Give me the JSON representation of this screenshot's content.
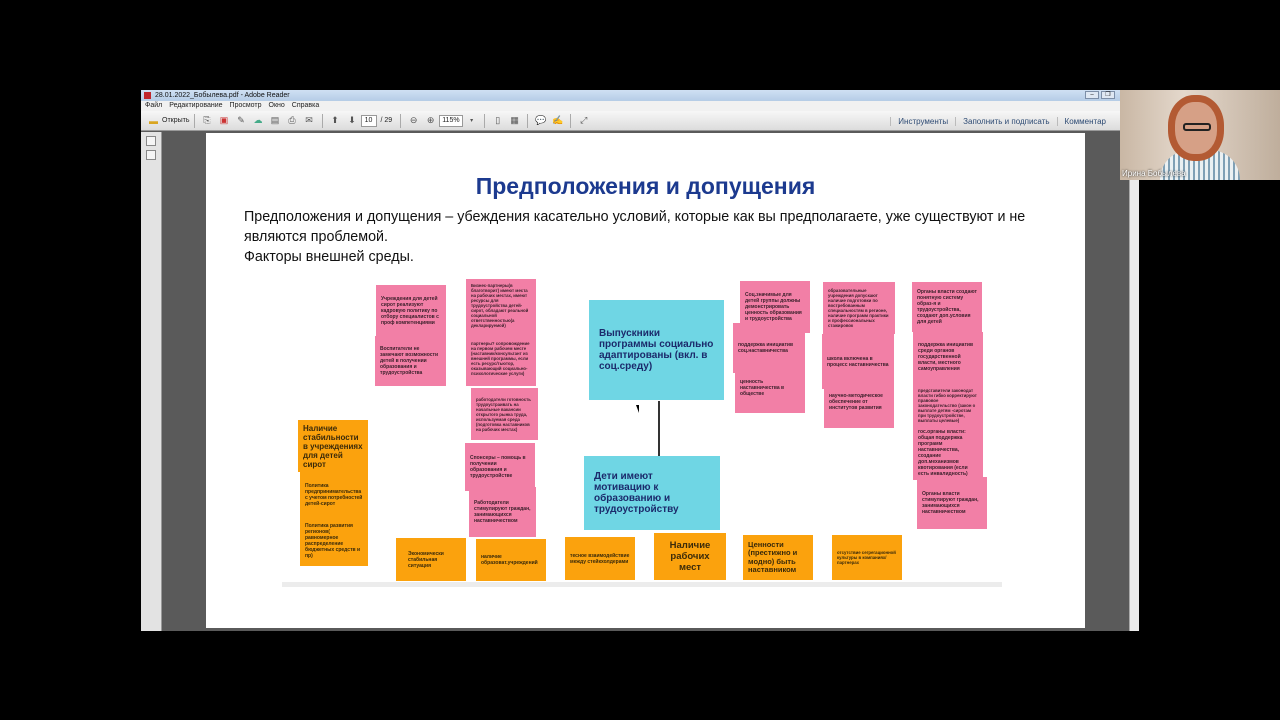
{
  "window": {
    "title": "28.01.2022_Бобылева.pdf - Adobe Reader",
    "controls": [
      "–",
      "❐"
    ]
  },
  "menu": [
    "Файл",
    "Редактирование",
    "Просмотр",
    "Окно",
    "Справка"
  ],
  "toolbar": {
    "open": "Открыть",
    "page_current": "10",
    "page_total": "/ 29",
    "zoom": "115%",
    "tools": "Инструменты",
    "fill_sign": "Заполнить и подписать",
    "comment": "Комментар"
  },
  "slide": {
    "title": "Предположения и допущения",
    "paragraph1": "Предположения и допущения – убеждения касательно условий, которые как вы предполагаете, уже существуют и не являются проблемой.",
    "paragraph2": "Факторы внешней среды.",
    "blue": [
      "Выпускники программы социально адаптированы (вкл. в соц.среду)",
      "Дети имеют мотивацию к образованию и трудоустройству"
    ],
    "pink": [
      "Учреждения для детей сирот реализуют кадровую политику по отбору специалистов с проф компетенциями",
      "Воспитатели не замечают возможности детей в получении образования и трудоустройства",
      "Бизнес-партнеры(в благотворит) имеют места на рабочих местах, имеют ресурсы для трудоустройства детей-сирот, обладают реальной социальной ответственностью(а декларируемой)",
      "партнеры? сопровождение на первом рабочем месте (наставник/консультант из внешней программы, если есть ресурс/тьютор, оказывающий социально-психологические услуги)",
      "работодатели готовность трудоустраивать на начальные вакансии открытого рынка труда, используемая среда (подготовка наставников на рабочих местах)",
      "Спонсеры – помощь в получении образования и трудоустройстве",
      "Работодатели стимулируют граждан, занимающихся наставничеством",
      "Соц.значимые для детей группы должны демонстрировать ценность образования и трудоустройства",
      "поддержка инициатив соц.наставничества",
      "ценность наставничества в обществе",
      "образовательные учреждения допускают наличие подготовки по востребованным специальностям в регионе, наличие программ практики и профессиональных стажировок",
      "школа включена в процесс наставничества",
      "научно-методическое обеспечение от институтов развития",
      "Органы власти создают понятную систему образ-я и трудоустройства, создают доп.условия для детей",
      "поддержка инициатив среди органов государственной власти, местного самоуправления",
      "представители законодат власти гибко корректируют правовое законодательство (закон о выплате детям -сиротам при трудоустройстве, выплаты целевые)",
      "гос.органы власти: общая поддержка программ наставничества, создание доп.механизмов квотирования (если есть инвалидность)",
      "Органы власти стимулируют граждан, занимающихся наставничеством"
    ],
    "orange": [
      "Наличие стабильности в учреждениях для детей сирот",
      "Политика предпринимательства с учетом потребностей детей-сирот",
      "Политика развития регионов( равномерное распределение бюджетных средств и пр)",
      "Экономически стабильная ситуация",
      "наличие образоват.учреждений",
      "тесное взаимодействие между стейкхолдерами",
      "Наличие рабочих мест",
      "Ценности (престижно и модно) быть наставником",
      "отсутствие сегрегационной культуры в компаниях/партнерах"
    ],
    "colors": {
      "pink": "#f27fa6",
      "orange": "#fba20d",
      "blue": "#6fd6e4",
      "title": "#1c3a8f"
    }
  },
  "video": {
    "participant": "Ирина Бобылева"
  }
}
